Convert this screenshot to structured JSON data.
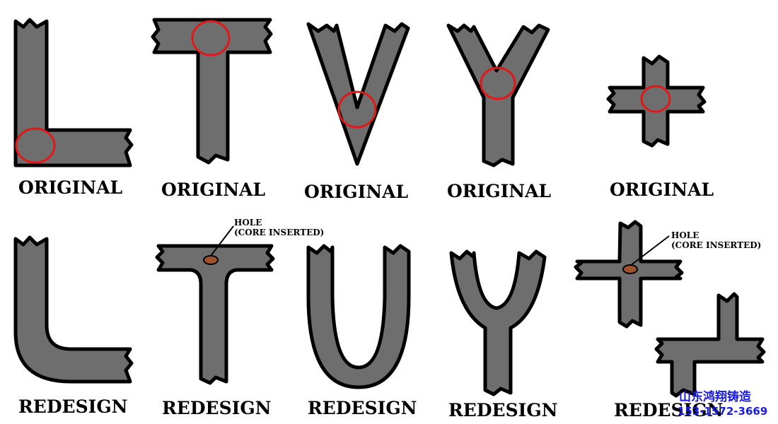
{
  "labels": {
    "original": [
      "ORIGINAL",
      "ORIGINAL",
      "ORIGINAL",
      "ORIGINAL",
      "ORIGINAL"
    ],
    "redesign": [
      "REDESIGN",
      "REDESIGN",
      "REDESIGN",
      "REDESIGN",
      "REDESIGN"
    ]
  },
  "annotations": {
    "t_hole": {
      "line1": "HOLE",
      "line2": "(CORE INSERTED)"
    },
    "cross_hole": {
      "line1": "HOLE",
      "line2": "(CORE INSERTED)"
    }
  },
  "watermark": {
    "company": "山东鸿翔铸造",
    "phone": "153-1572-3669"
  },
  "colors": {
    "shape_fill": "#6e6e6e",
    "outline": "#000000",
    "hot_spot_ring": "#e01818",
    "core_hole": "#a0522d",
    "watermark": "#1a1ae6"
  }
}
